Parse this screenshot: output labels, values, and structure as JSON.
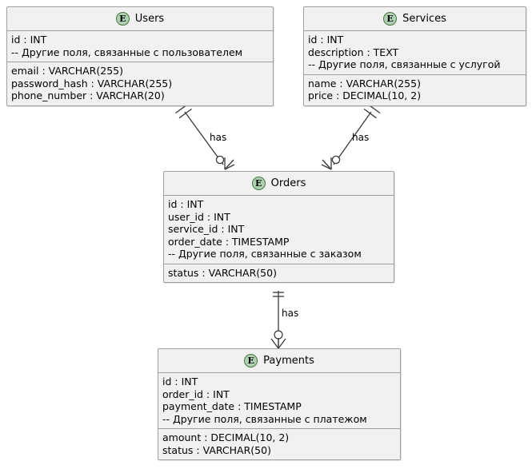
{
  "diagram": {
    "type": "entity-relationship-diagram",
    "background_color": "#FFFFFF",
    "entity_fill_color": "#F1F1F1",
    "entity_border_color": "#A0A0A0",
    "icon_fill_color": "#ADD1B2",
    "icon_border_color": "#48763B",
    "icon_letter": "E",
    "line_color": "#3A3A3A",
    "entities": [
      {
        "name": "Users",
        "icon": "entity-icon",
        "sections": [
          {
            "fields": [
              "id : INT",
              "-- Другие поля, связанные с пользователем"
            ]
          },
          {
            "fields": [
              "email : VARCHAR(255)",
              "password_hash : VARCHAR(255)",
              "phone_number : VARCHAR(20)"
            ]
          }
        ]
      },
      {
        "name": "Services",
        "icon": "entity-icon",
        "sections": [
          {
            "fields": [
              "id : INT",
              "description : TEXT",
              "-- Другие поля, связанные с услугой"
            ]
          },
          {
            "fields": [
              "name : VARCHAR(255)",
              "price : DECIMAL(10, 2)"
            ]
          }
        ]
      },
      {
        "name": "Orders",
        "icon": "entity-icon",
        "sections": [
          {
            "fields": [
              "id : INT",
              "user_id : INT",
              "service_id : INT",
              "order_date : TIMESTAMP",
              "-- Другие поля, связанные с заказом"
            ]
          },
          {
            "fields": [
              "status : VARCHAR(50)"
            ]
          }
        ]
      },
      {
        "name": "Payments",
        "icon": "entity-icon",
        "sections": [
          {
            "fields": [
              "id : INT",
              "order_id : INT",
              "payment_date : TIMESTAMP",
              "-- Другие поля, связанные с платежом"
            ]
          },
          {
            "fields": [
              "amount : DECIMAL(10, 2)",
              "status : VARCHAR(50)"
            ]
          }
        ]
      }
    ],
    "relationships": [
      {
        "from": "Users",
        "to": "Orders",
        "label": "has",
        "from_cardinality": "exactly-one",
        "to_cardinality": "zero-or-many"
      },
      {
        "from": "Services",
        "to": "Orders",
        "label": "has",
        "from_cardinality": "exactly-one",
        "to_cardinality": "zero-or-many"
      },
      {
        "from": "Orders",
        "to": "Payments",
        "label": "has",
        "from_cardinality": "exactly-one",
        "to_cardinality": "zero-or-many"
      }
    ]
  }
}
